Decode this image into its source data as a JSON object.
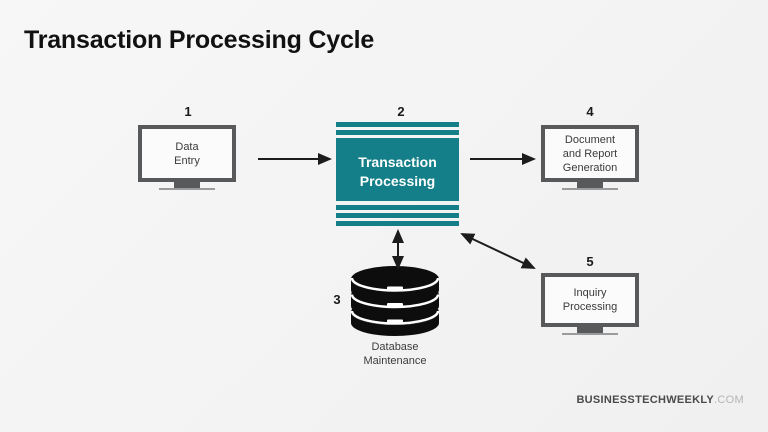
{
  "slide": {
    "title": "Transaction Processing Cycle",
    "background_color": "#f4f4f4"
  },
  "theme": {
    "accent_teal": "#157f89",
    "stripe_teal": "#157f89",
    "monitor_border": "#58595b",
    "text_dark": "#3b3b3b",
    "database_black": "#0d0d0d"
  },
  "nodes": [
    {
      "id": "data-entry",
      "number": "1",
      "label": "Data\nEntry",
      "type": "monitor"
    },
    {
      "id": "transaction-processing",
      "number": "2",
      "label": "Transaction\nProcessing",
      "type": "process-block"
    },
    {
      "id": "database-maintenance",
      "number": "3",
      "label": "Database\nMaintenance",
      "type": "database"
    },
    {
      "id": "document-report-generation",
      "number": "4",
      "label": "Document\nand Report\nGeneration",
      "type": "monitor"
    },
    {
      "id": "inquiry-processing",
      "number": "5",
      "label": "Inquiry\nProcessing",
      "type": "monitor"
    }
  ],
  "connectors": [
    {
      "id": "entry-to-processing",
      "from": "data-entry",
      "to": "transaction-processing",
      "direction": "one-way"
    },
    {
      "id": "processing-to-document",
      "from": "transaction-processing",
      "to": "document-report-generation",
      "direction": "one-way"
    },
    {
      "id": "processing-to-database",
      "from": "transaction-processing",
      "to": "database-maintenance",
      "direction": "two-way"
    },
    {
      "id": "processing-to-inquiry",
      "from": "transaction-processing",
      "to": "inquiry-processing",
      "direction": "two-way"
    }
  ],
  "watermark": {
    "main": "BUSINESSTECHWEEKLY",
    "tld": ".COM"
  }
}
